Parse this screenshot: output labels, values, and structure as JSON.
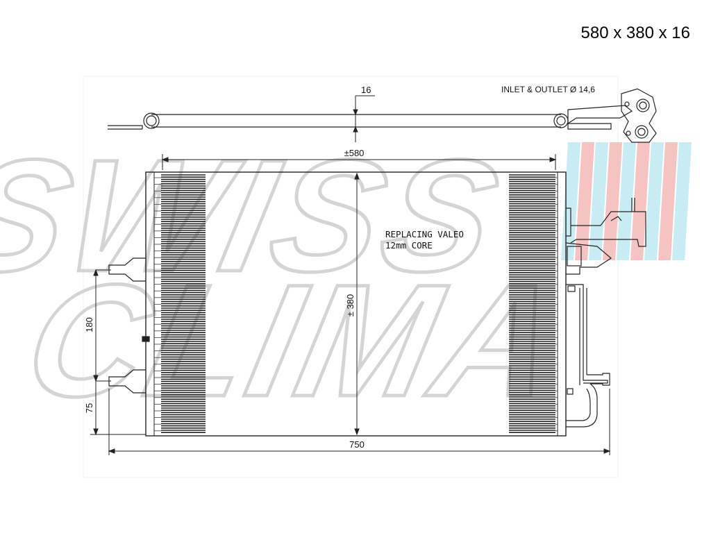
{
  "header": {
    "size_label": "580 x 380 x 16"
  },
  "watermark": {
    "line1": "SWISS",
    "line2": "CLIMA"
  },
  "brand_colors": {
    "pink": "#f4b8b8",
    "cyan": "#bfe9f2"
  },
  "annotations": {
    "inlet_outlet": "INLET & OUTLET Ø 14,6",
    "replacing_line1": "REPLACING VALEO",
    "replacing_line2": "12mm CORE"
  },
  "dimensions": {
    "depth": "16",
    "core_width": "±580",
    "core_height": "± 380",
    "pipe_spacing": "180",
    "bottom_offset": "75",
    "overall_width": "750"
  }
}
